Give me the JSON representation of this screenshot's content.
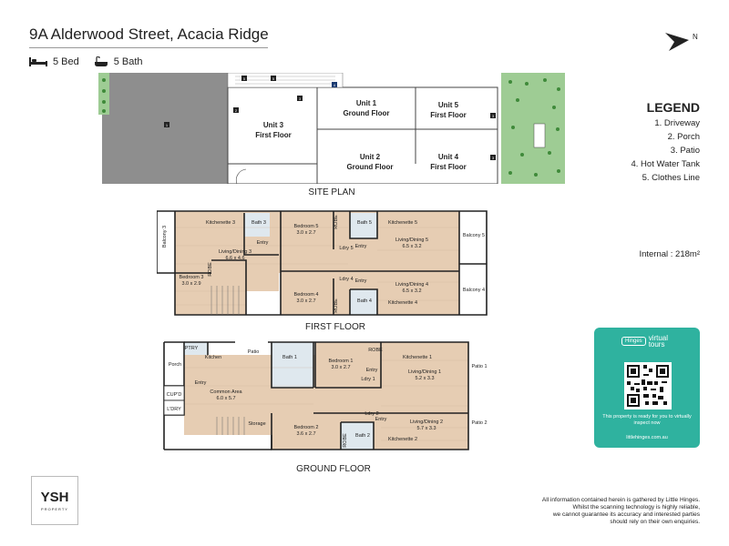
{
  "header": {
    "address": "9A Alderwood Street, Acacia Ridge",
    "beds": "5 Bed",
    "baths": "5 Bath",
    "north": "N"
  },
  "legend": {
    "title": "LEGEND",
    "items": [
      "1. Driveway",
      "2. Porch",
      "3. Patio",
      "4. Hot Water Tank",
      "5. Clothes Line"
    ]
  },
  "internal_area": "Internal  : 218m²",
  "plans": {
    "site_plan": "SITE PLAN",
    "first_floor": "FIRST FLOOR",
    "ground_floor": "GROUND FLOOR"
  },
  "site": {
    "markers": [
      "1",
      "2",
      "3",
      "4",
      "5",
      "5",
      "3",
      "3"
    ],
    "units": [
      {
        "name": "Unit 3",
        "floor": "First Floor"
      },
      {
        "name": "Unit 1",
        "floor": "Ground Floor"
      },
      {
        "name": "Unit 5",
        "floor": "First Floor"
      },
      {
        "name": "Unit 2",
        "floor": "Ground Floor"
      },
      {
        "name": "Unit 4",
        "floor": "First Floor"
      }
    ]
  },
  "first_floor_rooms": {
    "balcony3": "Balcony 3",
    "kitchenette3": "Kitchenette 3",
    "bath3": "Bath 3",
    "entry_a": "Entry",
    "living3": "Living/Dining 3",
    "living3_dim": "6.6 x 4.6",
    "bedroom3": "Bedroom 3",
    "bedroom3_dim": "3.0 x 2.9",
    "robe_a": "ROBE",
    "bedroom5": "Bedroom 5",
    "bedroom5_dim": "3.0 x 2.7",
    "robe_b": "ROBE",
    "bath5": "Bath 5",
    "ldry5": "Ldry 5",
    "entry_b": "Entry",
    "kitchenette5": "Kitchenette 5",
    "living5": "Living/Dining 5",
    "living5_dim": "6.5 x 3.2",
    "balcony5": "Balcony 5",
    "bedroom4": "Bedroom 4",
    "bedroom4_dim": "3.0 x 2.7",
    "ldry4": "Ldry 4",
    "entry_c": "Entry",
    "robe_c": "ROBE",
    "bath4": "Bath 4",
    "living4": "Living/Dining 4",
    "living4_dim": "6.5 x 3.2",
    "kitchenette4": "Kitchenette 4",
    "balcony4": "Balcony 4"
  },
  "ground_floor_rooms": {
    "ptry": "PTRY",
    "kitchen": "Kitchen",
    "patio": "Patio",
    "porch": "Porch",
    "entry_a": "Entry",
    "common": "Common Area",
    "common_dim": "6.0 x 5.7",
    "cupd": "CUP'D",
    "ldry": "L'DRY",
    "storage": "Storage",
    "bath1": "Bath 1",
    "bedroom1": "Bedroom 1",
    "bedroom1_dim": "3.0 x 2.7",
    "robe_a": "ROBE",
    "kitchenette1": "Kitchenette 1",
    "entry_b": "Entry",
    "ldry1": "Ldry 1",
    "living1": "Living/Dining 1",
    "living1_dim": "5.2 x 3.3",
    "patio1": "Patio 1",
    "bedroom2": "Bedroom 2",
    "bedroom2_dim": "3.6 x 2.7",
    "ldry2": "Ldry 2",
    "entry_c": "Entry",
    "robe_b": "ROBE",
    "bath2": "Bath 2",
    "living2": "Living/Dining 2",
    "living2_dim": "5.7 x 3.3",
    "kitchenette2": "Kitchenette 2",
    "patio2": "Patio 2"
  },
  "branding": {
    "agency": "YSH",
    "agency_sub": "PROPERTY"
  },
  "tour_card": {
    "logo": "Hinges",
    "logo_sub1": "virtual",
    "logo_sub2": "tours",
    "text": "This property is ready for you to virtually inspect now",
    "url": "littlehinges.com.au"
  },
  "disclaimer": [
    "All information contained herein is gathered by Little Hinges.",
    "Whilst the scanning technology is highly reliable,",
    "we cannot guarantee its accuracy and interested parties",
    "should rely on their own enquiries."
  ],
  "colors": {
    "floor": "#e6cdb3",
    "wall": "#222222",
    "driveway": "#8e8e8e",
    "grass": "#9ecc94",
    "card": "#2fb29f",
    "tile": "#dfe8ee"
  }
}
